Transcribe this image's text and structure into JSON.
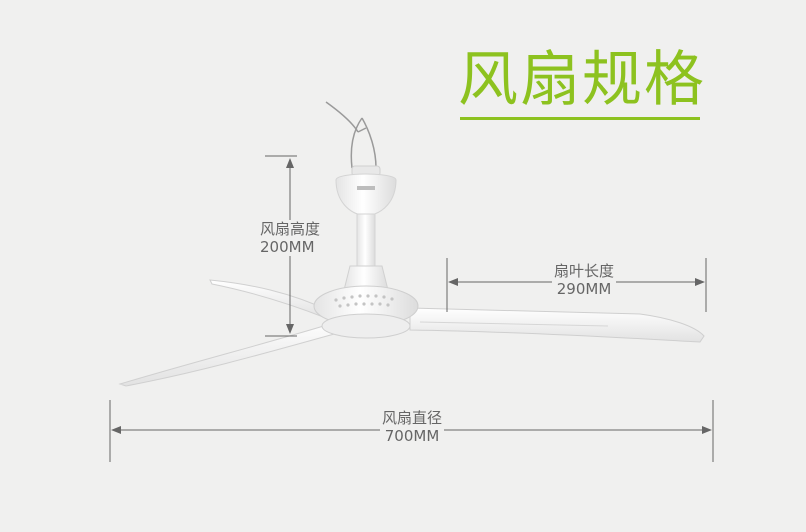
{
  "title": "风扇规格",
  "dimensions": {
    "height": {
      "label": "风扇高度",
      "value": "200MM"
    },
    "blade_length": {
      "label": "扇叶长度",
      "value": "290MM"
    },
    "diameter": {
      "label": "风扇直径",
      "value": "700MM"
    }
  },
  "colors": {
    "accent": "#8dc21f",
    "background": "#f0f0ef",
    "dimension_lines": "#666666",
    "fan_body": "#ffffff"
  }
}
